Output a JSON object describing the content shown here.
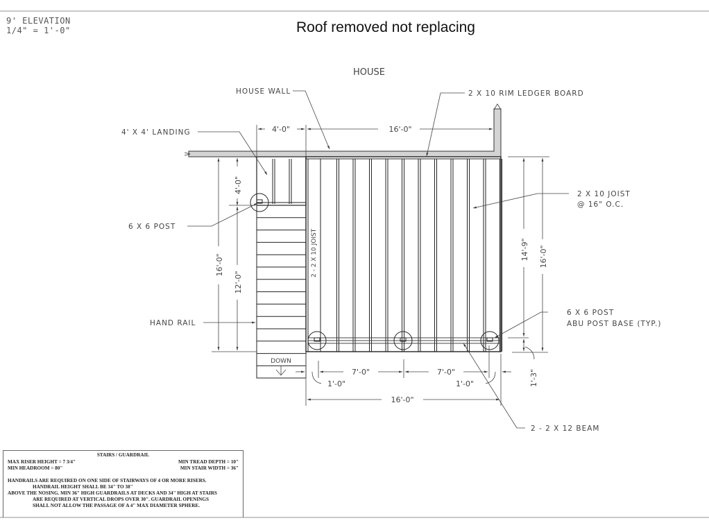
{
  "header": {
    "elevation_line1": "9' ELEVATION",
    "elevation_line2": "1/4\" = 1'-0\"",
    "title": "Roof removed not replacing"
  },
  "plan": {
    "house_label": "HOUSE",
    "labels": {
      "house_wall": "HOUSE WALL",
      "rim_ledger": "2 X 10 RIM LEDGER BOARD",
      "landing": "4' X 4' LANDING",
      "joist_line1": "2 X 10 JOIST",
      "joist_line2": "@ 16\" O.C.",
      "post_left": "6 X 6 POST",
      "post_base_line1": "6 X 6 POST",
      "post_base_line2": "ABU POST BASE (TYP.)",
      "hand_rail": "HAND RAIL",
      "double_joist": "2 - 2 X 10 JOIST",
      "down": "DOWN",
      "beam": "2 - 2 X 12 BEAM"
    },
    "dimensions": {
      "top_landing_width": "4'-0\"",
      "top_deck_width": "16'-0\"",
      "left_landing_depth": "4'-0\"",
      "left_total_depth": "16'-0\"",
      "left_stair_run": "12'-0\"",
      "right_joist_span": "14'-9\"",
      "right_total_depth": "16'-0\"",
      "right_beam_offset": "1'-3\"",
      "bottom_post_spacing_1": "7'-0\"",
      "bottom_post_spacing_2": "7'-0\"",
      "bottom_overhang_left": "1'-0\"",
      "bottom_overhang_right": "1'-0\"",
      "bottom_total_width": "16'-0\""
    }
  },
  "notes": {
    "heading": "STAIRS / GUARDRAIL",
    "max_riser": "MAX RISER HEIGHT = 7 3/4\"",
    "min_tread": "MIN TREAD DEPTH = 10\"",
    "min_headroom": "MIN HEADROOM = 80\"",
    "min_stair_width": "MIN STAIR WIDTH = 36\"",
    "line1": "HANDRAILS ARE REQUIRED ON ONE SIDE OF STAIRWAYS OF 4 OR MORE RISERS.",
    "line2": "HANDRAIL HEIGHT SHALL BE 34\" TO 38\"",
    "line3": "ABOVE THE NOSING. MIN 36\" HIGH GUARDRAILS AT DECKS AND 34\" HIGH AT STAIRS",
    "line4": "ARE REQUIRED AT VERTICAL DROPS OVER 30\". GUARDRAIL OPENINGS",
    "line5": "SHALL NOT ALLOW THE PASSAGE OF A 4\" MAX DIAMETER SPHERE."
  }
}
